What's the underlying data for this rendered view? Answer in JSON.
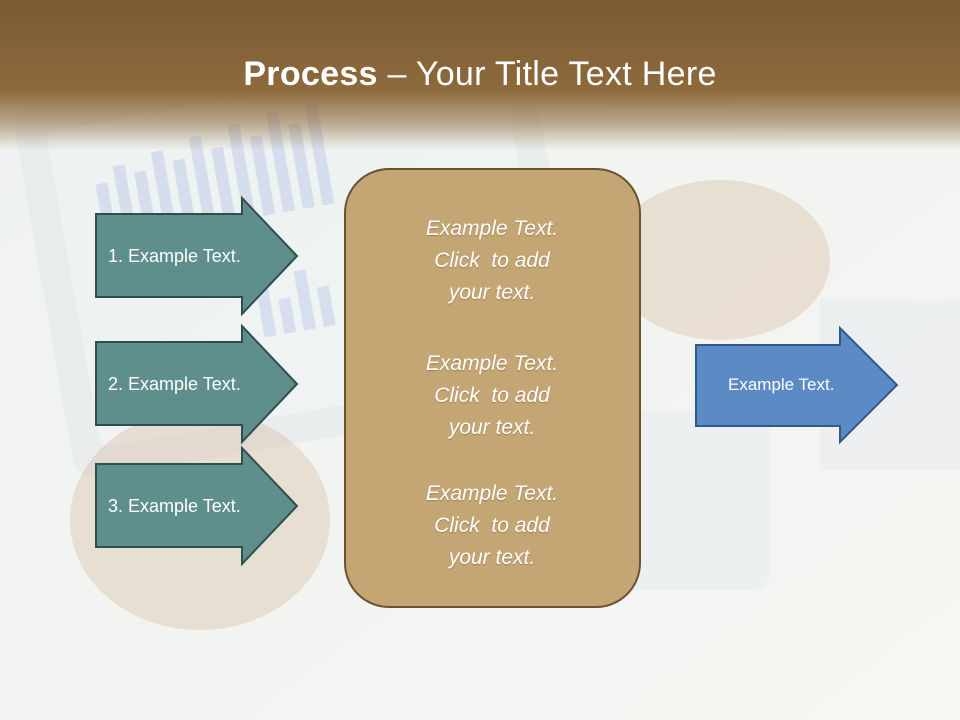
{
  "slide": {
    "title_bold": "Process",
    "title_rest": " – Your Title Text Here"
  },
  "left_arrows": [
    {
      "label": "1. Example Text."
    },
    {
      "label": "2. Example Text."
    },
    {
      "label": "3. Example Text."
    }
  ],
  "center_box": {
    "blocks": [
      {
        "lines": [
          "Example Text.",
          "Click  to add",
          "your text."
        ]
      },
      {
        "lines": [
          "Example Text.",
          "Click  to add",
          "your text."
        ]
      },
      {
        "lines": [
          "Example Text.",
          "Click  to add",
          "your text."
        ]
      }
    ]
  },
  "right_arrow": {
    "label": "Example Text."
  },
  "colors": {
    "title_band": "#8d6a3c",
    "left_arrow_fill": "#5f8f8c",
    "left_arrow_stroke": "#2f4f4d",
    "center_box_fill": "#c4a574",
    "center_box_stroke": "#6b532f",
    "right_arrow_fill": "#5b8ac5",
    "right_arrow_stroke": "#2f5b8a"
  }
}
